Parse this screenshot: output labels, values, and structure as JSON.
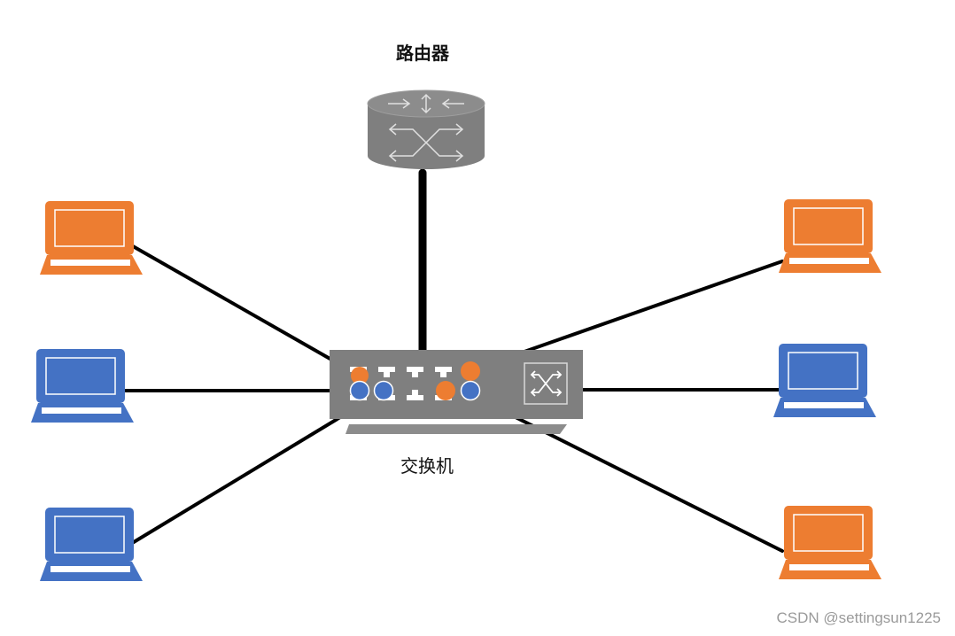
{
  "router": {
    "label": "路由器",
    "icon": "router-icon"
  },
  "switch": {
    "label": "交换机",
    "icon": "switch-icon"
  },
  "colors": {
    "orange": "#ED7D31",
    "blue": "#4472C4",
    "device_gray": "#7F7F7F",
    "link": "#000000"
  },
  "laptops": [
    {
      "id": "left-top",
      "color": "orange"
    },
    {
      "id": "left-middle",
      "color": "blue"
    },
    {
      "id": "left-bottom",
      "color": "blue"
    },
    {
      "id": "right-top",
      "color": "orange"
    },
    {
      "id": "right-middle",
      "color": "blue"
    },
    {
      "id": "right-bottom",
      "color": "orange"
    }
  ],
  "watermark": "CSDN @settingsun1225"
}
